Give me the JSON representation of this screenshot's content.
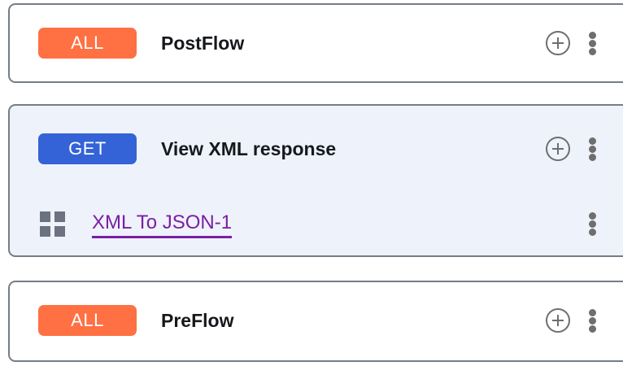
{
  "theme": {
    "badge_all_color": "#ff7043",
    "badge_get_color": "#3363d6",
    "highlight_background": "#eef2fb",
    "card_border_color": "#757d86",
    "policy_link_color": "#7b1fa2",
    "icon_gray": "#6e6e6e",
    "title_color": "#16181c",
    "page_background": "#ffffff"
  },
  "icons": {
    "add": "plus-circle-icon",
    "more": "kebab-menu-icon",
    "policy": "grid-squares-icon"
  },
  "flows": [
    {
      "id": "postflow",
      "method_badge": "ALL",
      "badge_type": "all",
      "title": "PostFlow",
      "highlighted": false,
      "has_add": true,
      "has_more": true,
      "steps": []
    },
    {
      "id": "view-xml-response",
      "method_badge": "GET",
      "badge_type": "get",
      "title": "View XML response",
      "highlighted": true,
      "has_add": true,
      "has_more": true,
      "steps": [
        {
          "id": "xml-to-json-1",
          "label": "XML To JSON-1",
          "has_more": true
        }
      ]
    },
    {
      "id": "preflow",
      "method_badge": "ALL",
      "badge_type": "all",
      "title": "PreFlow",
      "highlighted": false,
      "has_add": true,
      "has_more": true,
      "steps": []
    }
  ]
}
